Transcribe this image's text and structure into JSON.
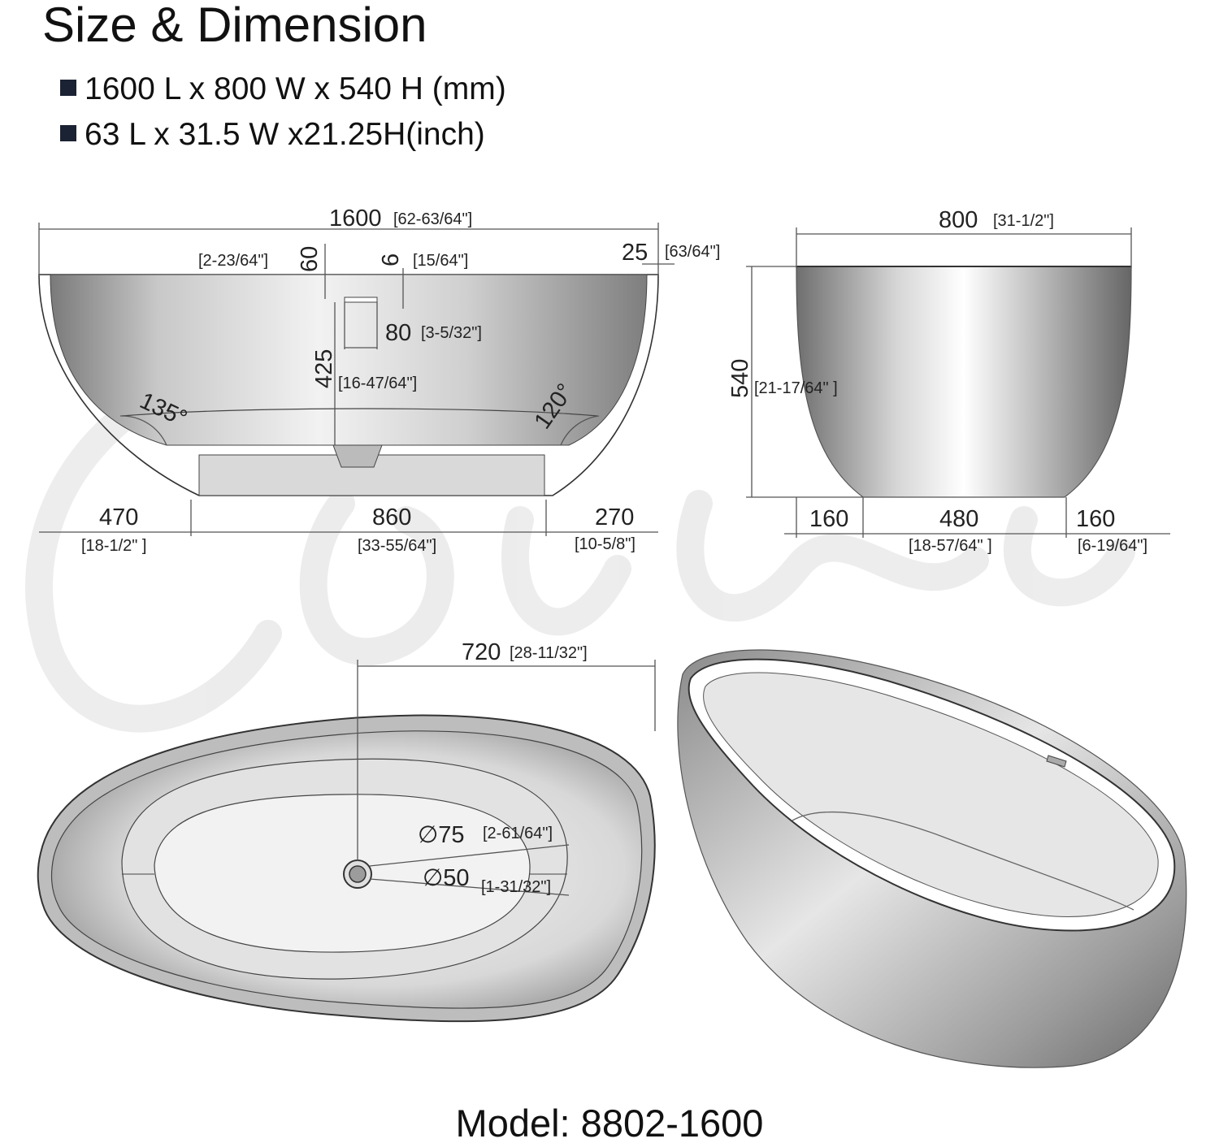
{
  "header": {
    "title": "Size & Dimension",
    "spec_mm": "1600 L x  800 W x 540 H  (mm)",
    "spec_inch": "63 L x 31.5 W x21.25H(inch)"
  },
  "front_view": {
    "length": "1600",
    "length_in": "[62-63/64\"]",
    "rim_depth": "60",
    "rim_depth_in": "[2-23/64\"]",
    "overflow_gap": "6",
    "overflow_gap_in": "[15/64\"]",
    "rim_thickness": "25",
    "rim_thickness_in": "[63/64\"]",
    "overflow_width": "80",
    "overflow_width_in": "[3-5/32\"]",
    "inner_depth": "425",
    "inner_depth_in": "[16-47/64\"]",
    "angle_left": "135°",
    "angle_right": "120°",
    "left_section": "470",
    "left_section_in": "[18-1/2\" ]",
    "base_length": "860",
    "base_length_in": "[33-55/64\"]",
    "right_section": "270",
    "right_section_in": "[10-5/8\"]"
  },
  "side_view": {
    "width": "800",
    "width_in": "[31-1/2\"]",
    "height": "540",
    "height_in": "[21-17/64\" ]",
    "left_section": "160",
    "base_width": "480",
    "base_width_in": "[18-57/64\" ]",
    "right_section": "160",
    "right_section_in": "[6-19/64\"]"
  },
  "top_view": {
    "drain_offset": "720",
    "drain_offset_in": "[28-11/32\"]",
    "drain_outer": "∅75",
    "drain_outer_in": "[2-61/64\"]",
    "drain_inner": "∅50",
    "drain_inner_in": "[1-31/32\"]"
  },
  "footer": {
    "model": "Model: 8802-1600"
  }
}
